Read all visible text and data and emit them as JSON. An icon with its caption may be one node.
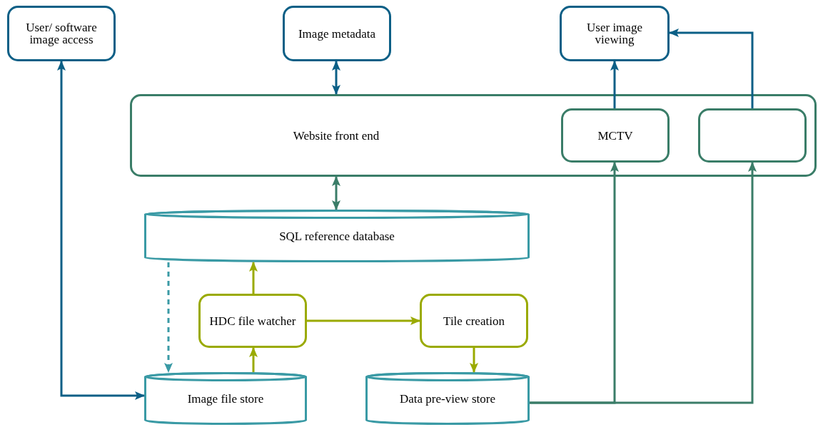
{
  "diagram": {
    "nodes": [
      {
        "text": [
          "User/ software image access"
        ]
      },
      {
        "text": [
          "Image metadata"
        ]
      },
      {
        "text": [
          "User image viewing"
        ]
      },
      {
        "text": [
          "Website front end"
        ]
      },
      {
        "text": [
          "MCTV"
        ],
        "in": 3
      },
      {
        "text": [],
        "shape": "box",
        "in": 3
      },
      {
        "text": [
          "SQL reference database"
        ]
      },
      {
        "text": [
          "HDC file watcher"
        ]
      },
      {
        "text": [
          "Tile creation"
        ]
      },
      {
        "text": [
          "Image file store"
        ]
      },
      {
        "text": [
          "Data pre-view store"
        ]
      }
    ],
    "edges": [
      {
        "from": 0,
        "to": 9,
        "arrow": "both",
        "color": "#0b5f86"
      },
      {
        "from": 1,
        "to": 3,
        "arrow": "both",
        "color": "#0b5f86"
      },
      {
        "from": 4,
        "to": 2,
        "arrow": "to",
        "color": "#0b5f86"
      },
      {
        "from": 5,
        "to": 2,
        "arrow": "to",
        "color": "#0b5f86"
      },
      {
        "from": 3,
        "to": 6,
        "arrow": "both",
        "color": "#3a7d68"
      },
      {
        "from": 6,
        "to": 9,
        "arrow": "to",
        "style": "dashed",
        "color": "#3a9aa5"
      },
      {
        "from": 9,
        "to": 7,
        "arrow": "to",
        "color": "#9aaa00"
      },
      {
        "from": 7,
        "to": 6,
        "arrow": "to",
        "color": "#9aaa00"
      },
      {
        "from": 7,
        "to": 8,
        "arrow": "to",
        "color": "#9aaa00"
      },
      {
        "from": 8,
        "to": 10,
        "arrow": "to",
        "color": "#9aaa00"
      },
      {
        "from": 10,
        "to": 4,
        "arrow": "to",
        "color": "#3a7d68"
      },
      {
        "from": 10,
        "to": 5,
        "arrow": "to",
        "color": "#3a7d68"
      }
    ]
  }
}
